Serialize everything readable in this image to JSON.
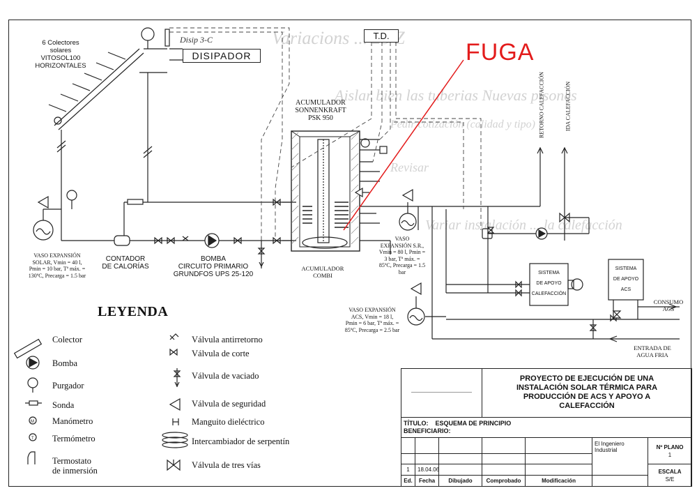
{
  "colors": {
    "ink": "#222222",
    "leak": "#e31b1b",
    "faint": "#d0d0d0"
  },
  "annotation": {
    "leak_label": "FUGA"
  },
  "background_handwriting": {
    "line1": "Variacions ... 25 Z",
    "line2": "Aislar bien las tuberias Nuevas pisones",
    "line3": "Pedir cotización (calidad y tipo)",
    "line4": "Revisar",
    "line5": "Variar instalación ... la calefacción"
  },
  "collectors": {
    "label_l1": "6 Colectores",
    "label_l2": "solares",
    "label_l3": "VITOSOL100",
    "label_l4": "HORIZONTALES"
  },
  "dissipator": {
    "label": "DISIPADOR",
    "note": "Disip 3-C"
  },
  "td": {
    "label": "T.D."
  },
  "tank_sonnenkraft": {
    "l1": "ACUMULADOR",
    "l2": "SONNENKRAFT",
    "l3": "PSK 950"
  },
  "tank_combi": {
    "l1": "ACUMULADOR",
    "l2": "COMBI"
  },
  "vaso_solar": {
    "l1": "VASO EXPANSIÓN",
    "l2": "SOLAR, Vmin = 40 l,",
    "l3": "Pmin = 10 bar, Tª máx. =",
    "l4": "130ºC, Precarga = 1.5 bar"
  },
  "contador": {
    "l1": "CONTADOR",
    "l2": "DE CALORÍAS"
  },
  "bomba": {
    "l1": "BOMBA",
    "l2": "CIRCUITO PRIMARIO",
    "l3": "GRUNDFOS UPS 25-120"
  },
  "vaso_sr": {
    "l1": "VASO",
    "l2": "EXPANSIÓN S.R.,",
    "l3": "Vmin = 80 l, Pmin =",
    "l4": "3 bar, Tª máx. =",
    "l5": "85ºC, Precarga = 1.5",
    "l6": "bar"
  },
  "vaso_acs": {
    "l1": "VASO EXPANSIÓN",
    "l2": "ACS, Vmin = 18 l,",
    "l3": "Pmin = 6 bar, Tª máx. =",
    "l4": "85ºC, Precarga = 2.5 bar"
  },
  "retorno": {
    "label": "RETORNO CALEFACCIÓN"
  },
  "ida": {
    "label": "IDA CALEFACCIÓN"
  },
  "sistema_calef": {
    "l1": "SISTEMA",
    "l2": "DE APOYO",
    "l3": "CALEFACCIÓN"
  },
  "sistema_acs": {
    "l1": "SISTEMA",
    "l2": "DE APOYO",
    "l3": "ACS"
  },
  "consumo": {
    "l1": "CONSUMO",
    "l2": "ACS"
  },
  "entrada": {
    "l1": "ENTRADA DE",
    "l2": "AGUA FRIA"
  },
  "legend": {
    "title": "LEYENDA",
    "items_left": [
      "Colector",
      "Bomba",
      "Purgador",
      "Sonda",
      "Manómetro",
      "Termómetro",
      "Termostato",
      "de inmersión"
    ],
    "items_right": [
      "Válvula antirretorno",
      "Válvula de corte",
      "Válvula de vaciado",
      "Válvula de seguridad",
      "Manguito dieléctrico",
      "Intercambiador de serpentín",
      "Válvula de tres vías"
    ]
  },
  "title_block": {
    "project_l1": "PROYECTO DE EJECUCIÓN DE UNA",
    "project_l2": "INSTALACIÓN SOLAR TÉRMICA PARA",
    "project_l3": "PRODUCCIÓN DE ACS Y APOYO A",
    "project_l4": "CALEFACCIÓN",
    "titulo_label": "TÍTULO:",
    "titulo_value": "ESQUEMA DE PRINCIPIO",
    "beneficiario_label": "BENEFICIARIO:",
    "engineer": "El Ingeniero Industrial",
    "plano_label": "Nº PLANO",
    "plano_value": "1",
    "escala_label": "ESCALA",
    "escala_value": "S/E",
    "rev_ed": "1",
    "rev_fecha": "18.04.06",
    "col_ed": "Ed.",
    "col_fecha": "Fecha",
    "col_dibujado": "Dibujado",
    "col_comprobado": "Comprobado",
    "col_modificacion": "Modificación"
  }
}
